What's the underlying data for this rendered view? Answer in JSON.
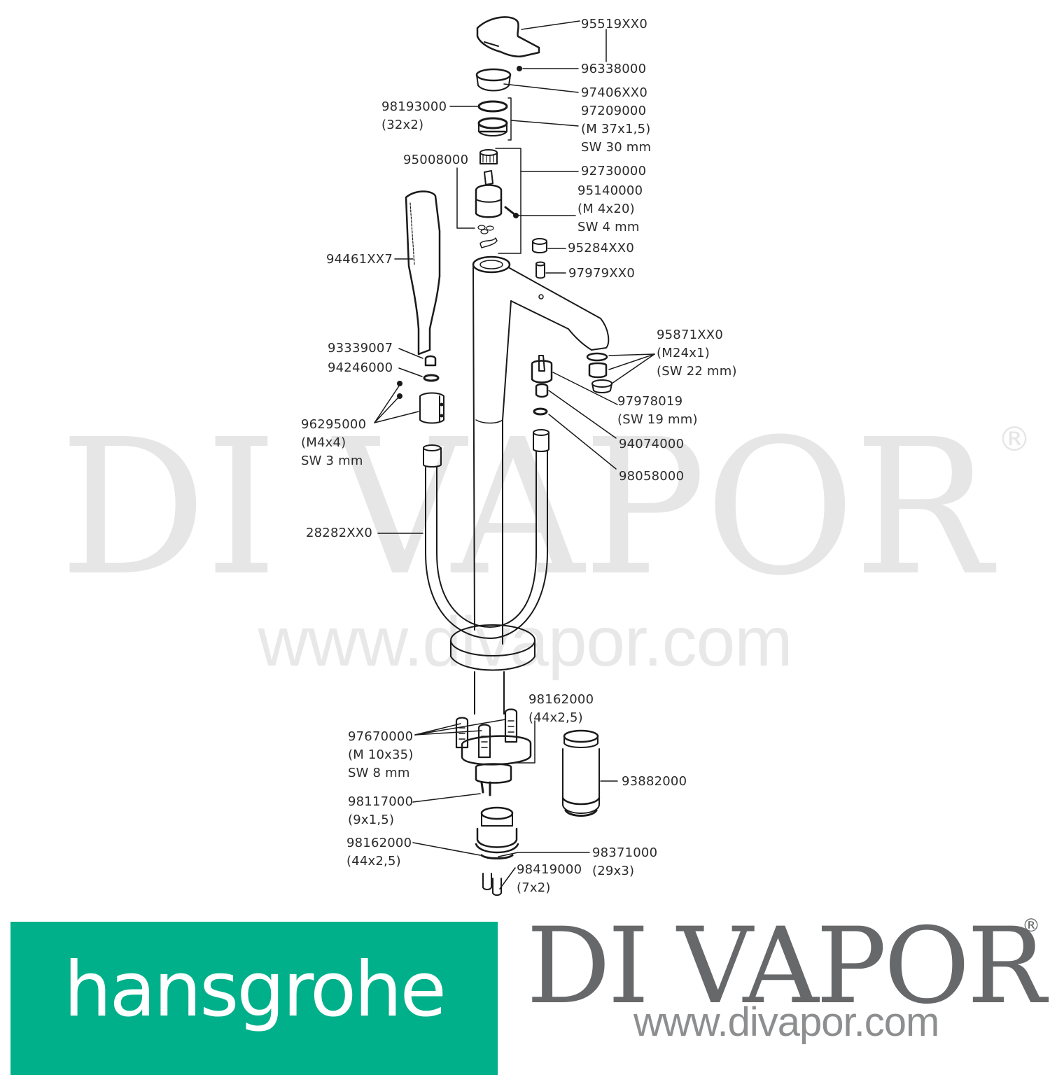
{
  "diagram": {
    "type": "exploded-parts-view",
    "subject": "freestanding bath mixer with hand shower",
    "parts": [
      {
        "id": "p1",
        "number": "95519XX0",
        "lines": []
      },
      {
        "id": "p2",
        "number": "96338000",
        "lines": []
      },
      {
        "id": "p3",
        "number": "97406XX0",
        "lines": []
      },
      {
        "id": "p4",
        "number": "98193000",
        "lines": [
          "(32x2)"
        ]
      },
      {
        "id": "p5",
        "number": "97209000",
        "lines": [
          "(M 37x1,5)",
          "SW 30 mm"
        ]
      },
      {
        "id": "p6",
        "number": "95008000",
        "lines": []
      },
      {
        "id": "p7",
        "number": "92730000",
        "lines": []
      },
      {
        "id": "p8",
        "number": "95140000",
        "lines": [
          "(M 4x20)",
          "SW 4 mm"
        ]
      },
      {
        "id": "p9",
        "number": "95284XX0",
        "lines": []
      },
      {
        "id": "p10",
        "number": "97979XX0",
        "lines": []
      },
      {
        "id": "p11",
        "number": "94461XX7",
        "lines": []
      },
      {
        "id": "p12",
        "number": "95871XX0",
        "lines": [
          "(M24x1)",
          "(SW 22 mm)"
        ]
      },
      {
        "id": "p13",
        "number": "93339007",
        "lines": []
      },
      {
        "id": "p14",
        "number": "94246000",
        "lines": []
      },
      {
        "id": "p15",
        "number": "97978019",
        "lines": [
          "(SW 19 mm)"
        ]
      },
      {
        "id": "p16",
        "number": "96295000",
        "lines": [
          "(M4x4)",
          "SW 3 mm"
        ]
      },
      {
        "id": "p17",
        "number": "94074000",
        "lines": []
      },
      {
        "id": "p18",
        "number": "98058000",
        "lines": []
      },
      {
        "id": "p19",
        "number": "28282XX0",
        "lines": []
      },
      {
        "id": "p20",
        "number": "98162000",
        "lines": [
          "(44x2,5)"
        ]
      },
      {
        "id": "p21",
        "number": "97670000",
        "lines": [
          "(M 10x35)",
          "SW 8 mm"
        ]
      },
      {
        "id": "p22",
        "number": "93882000",
        "lines": []
      },
      {
        "id": "p23",
        "number": "98117000",
        "lines": [
          "(9x1,5)"
        ]
      },
      {
        "id": "p24",
        "number": "98162000",
        "lines": [
          "(44x2,5)"
        ]
      },
      {
        "id": "p25",
        "number": "98371000",
        "lines": [
          "(29x3)"
        ]
      },
      {
        "id": "p26",
        "number": "98419000",
        "lines": [
          "(7x2)"
        ]
      }
    ]
  },
  "watermark": {
    "brand": "DI VAPOR",
    "registered": "®",
    "url": "www.divapor.com"
  },
  "footer": {
    "manufacturer_logo": {
      "text": "hansgrohe",
      "color": "#00b08a"
    },
    "retailer_logo": {
      "brand": "DI VAPOR",
      "registered": "®",
      "url": "www.divapor.com",
      "color": "#67686a"
    }
  },
  "colors": {
    "line_art": "#1a1a1a",
    "label_text": "#2b2b2b",
    "watermark": "#e6e6e6"
  }
}
